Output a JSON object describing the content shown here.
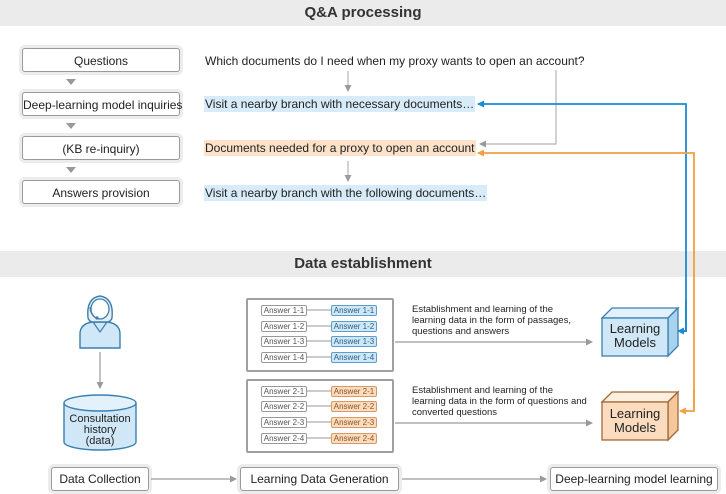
{
  "sections": {
    "qa_title": "Q&A processing",
    "data_title": "Data establishment"
  },
  "qa_steps": [
    {
      "label": "Questions"
    },
    {
      "label": "Deep-learning model inquiries"
    },
    {
      "label": "(KB re-inquiry)"
    },
    {
      "label": "Answers provision"
    }
  ],
  "qa_texts": [
    {
      "text": "Which documents do I need when my proxy wants to open an account?",
      "highlight": "none"
    },
    {
      "text": "Visit a nearby branch with necessary documents…",
      "highlight": "blue"
    },
    {
      "text": "Documents needed for a proxy to open an account",
      "highlight": "orange"
    },
    {
      "text": "Visit a nearby branch with the following documents…",
      "highlight": "blue"
    }
  ],
  "panels": [
    {
      "sources": [
        "Answer 1-1",
        "Answer 1-2",
        "Answer 1-3",
        "Answer 1-4"
      ],
      "targets": [
        "Answer 1-1",
        "Answer 1-2",
        "Answer 1-3",
        "Answer 1-4"
      ],
      "description": "Establishment and learning of the learning data in the form of passages, questions and answers"
    },
    {
      "sources": [
        "Answer 2-1",
        "Answer 2-2",
        "Answer 2-3",
        "Answer 2-4"
      ],
      "targets": [
        "Answer 2-1",
        "Answer 2-2",
        "Answer 2-3",
        "Answer 2-4"
      ],
      "description": "Establishment and learning of the learning data in the form of questions and converted questions"
    }
  ],
  "models": [
    {
      "line1": "Learning",
      "line2": "Models",
      "color": "#cfe7f6",
      "edge": "#1a8ad4"
    },
    {
      "line1": "Learning",
      "line2": "Models",
      "color": "#fbdcbf",
      "edge": "#f0a040"
    }
  ],
  "database": {
    "line1": "Consultation",
    "line2": "history",
    "line3": "(data)"
  },
  "pipeline": [
    "Data Collection",
    "Learning Data Generation",
    "Deep-learning model learning"
  ],
  "colors": {
    "blue": "#1a8ad4",
    "orange": "#f0a040",
    "grey": "#9a9a9a"
  }
}
